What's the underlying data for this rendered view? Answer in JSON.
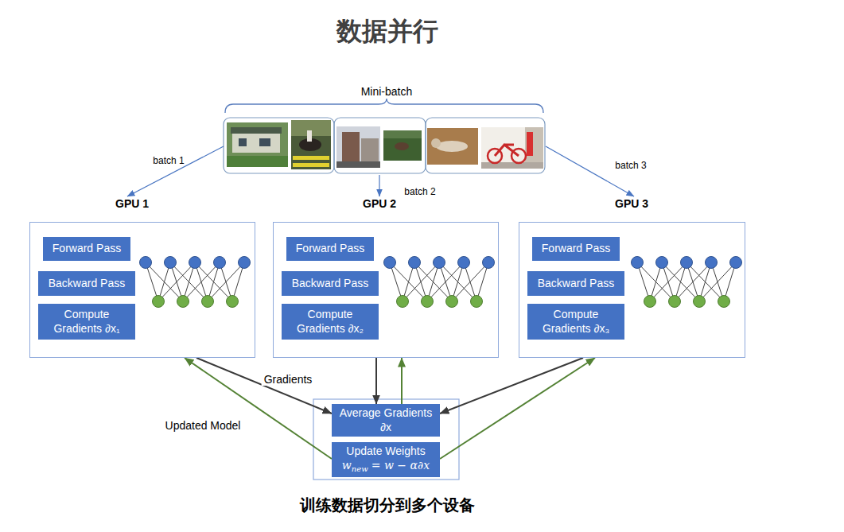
{
  "diagram": {
    "title": "数据并行",
    "caption": "训练数据切分到多个设备",
    "nodes": [
      {
        "text": [
          "GPU 1"
        ]
      },
      {
        "text": [
          "Forward Pass"
        ],
        "in": 0
      },
      {
        "text": [
          "Backward Pass"
        ],
        "in": 0
      },
      {
        "text": [
          "Compute Gradients ∂x₁"
        ],
        "in": 0
      },
      {
        "text": [
          "GPU 2"
        ]
      },
      {
        "text": [
          "Forward Pass"
        ],
        "in": 4
      },
      {
        "text": [
          "Backward Pass"
        ],
        "in": 4
      },
      {
        "text": [
          "Compute Gradients ∂x₂"
        ],
        "in": 4
      },
      {
        "text": [
          "GPU 3"
        ]
      },
      {
        "text": [
          "Forward Pass"
        ],
        "in": 8
      },
      {
        "text": [
          "Backward Pass"
        ],
        "in": 8
      },
      {
        "text": [
          "Compute Gradients ∂x₃"
        ],
        "in": 8
      },
      {
        "text": [
          "Average Gradients ∂x"
        ]
      },
      {
        "text": [
          "Update Weights",
          "w",
          "new",
          "= w − α∂x"
        ]
      }
    ],
    "edges": [
      {
        "from": 0,
        "to": 12,
        "arrow": "to",
        "label": "Gradients"
      },
      {
        "from": 4,
        "to": 12,
        "arrow": "to"
      },
      {
        "from": 8,
        "to": 12,
        "arrow": "to"
      },
      {
        "from": 13,
        "to": 0,
        "arrow": "to",
        "label": "Updated Model"
      },
      {
        "from": 12,
        "to": 4,
        "arrow": "to"
      },
      {
        "from": 13,
        "to": 8,
        "arrow": "to"
      }
    ],
    "labels": [
      "Mini-batch",
      "batch 1",
      "batch 2",
      "batch 3"
    ]
  }
}
